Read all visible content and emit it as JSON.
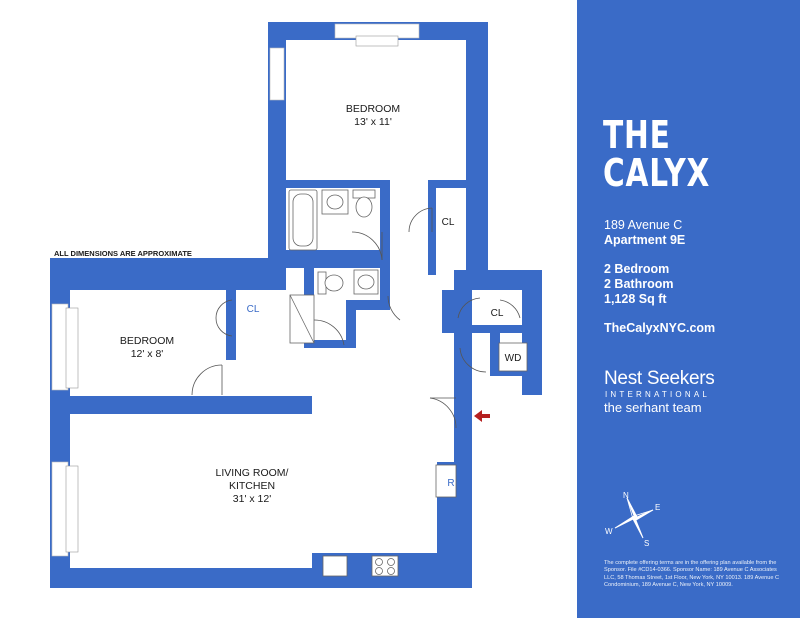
{
  "plan": {
    "note": "ALL DIMENSIONS ARE APPROXIMATE",
    "rooms": [
      {
        "name": "BEDROOM",
        "size": "13' x 11'"
      },
      {
        "name": "BEDROOM",
        "size": "12' x 8'"
      },
      {
        "name": "LIVING ROOM/",
        "name2": "KITCHEN",
        "size": "31' x 12'"
      }
    ],
    "closets": [
      "CL",
      "CL",
      "CL"
    ],
    "washer_dryer": "WD",
    "refrigerator": "R",
    "compass": {
      "n": "N",
      "s": "S",
      "e": "E",
      "w": "W"
    }
  },
  "panel": {
    "title_line1": "THE",
    "title_line2": "CALYX",
    "address": "189 Avenue C",
    "apartment": "Apartment 9E",
    "bedrooms": "2 Bedroom",
    "bathrooms": "2 Bathroom",
    "area": "1,128 Sq ft",
    "website": "TheCalyxNYC.com",
    "brand_name": "Nest Seekers",
    "brand_sub": "INTERNATIONAL",
    "brand_team": "the serhant team",
    "disclaimer": "The complete offering terms are in the offering plan available from the Sponsor. File #CD14-0366. Sponsor Name: 189 Avenue C Associates LLC, 58 Thomas Street, 1st Floor, New York, NY 10013. 189 Avenue C Condominium, 189 Avenue C, New York, NY 10009."
  },
  "colors": {
    "wall": "#3a6bc7",
    "panel": "#3a6bc7",
    "entry_arrow": "#b52020"
  }
}
